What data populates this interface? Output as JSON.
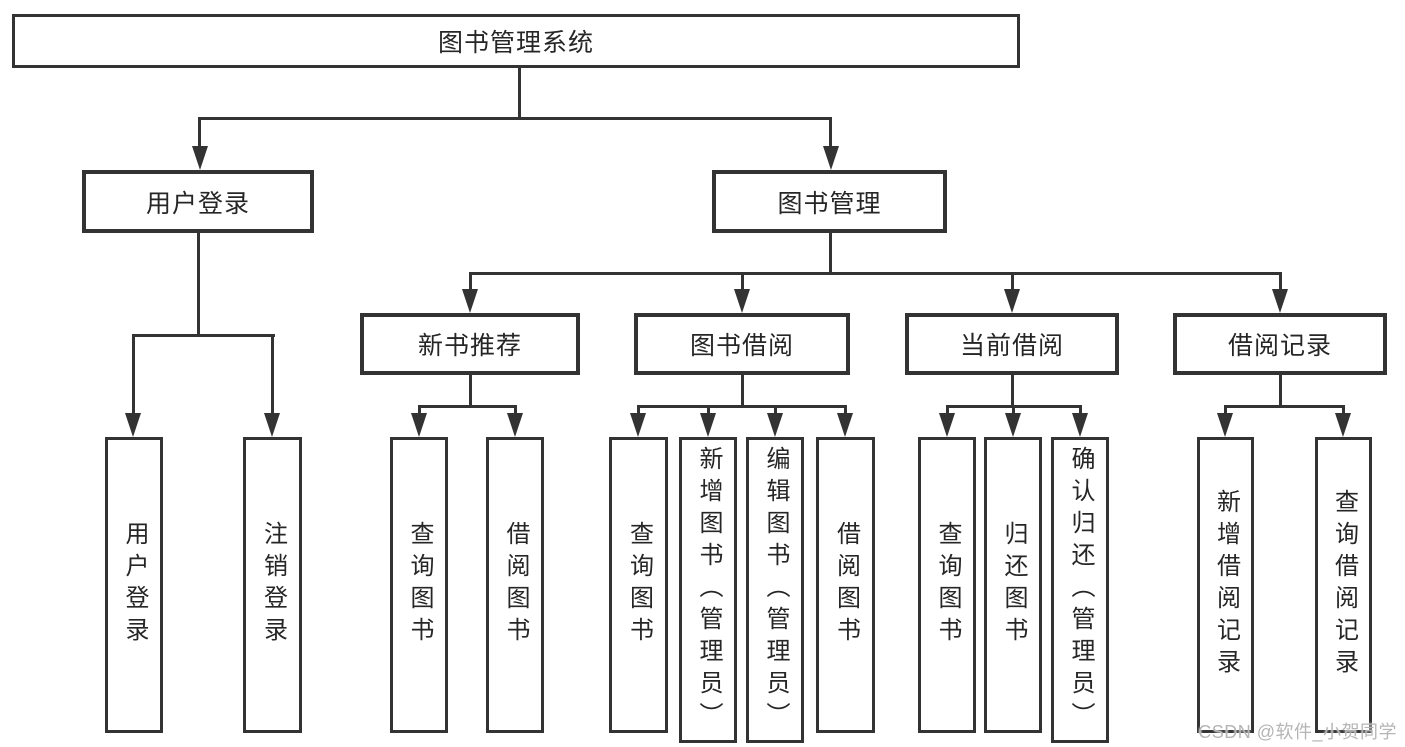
{
  "palette": {
    "line": "#333333",
    "text": "#262626",
    "watermark": "#b5b5b5",
    "background": "#ffffff"
  },
  "tree": {
    "root": {
      "label": "图书管理系统",
      "children": [
        {
          "label": "用户登录",
          "children": [
            {
              "label": "用户登录"
            },
            {
              "label": "注销登录"
            }
          ]
        },
        {
          "label": "图书管理",
          "children": [
            {
              "label": "新书推荐",
              "children": [
                {
                  "label": "查询图书"
                },
                {
                  "label": "借阅图书"
                }
              ]
            },
            {
              "label": "图书借阅",
              "children": [
                {
                  "label": "查询图书"
                },
                {
                  "label": "新增图书（管理员）"
                },
                {
                  "label": "编辑图书（管理员）"
                },
                {
                  "label": "借阅图书"
                }
              ]
            },
            {
              "label": "当前借阅",
              "children": [
                {
                  "label": "查询图书"
                },
                {
                  "label": "归还图书"
                },
                {
                  "label": "确认归还（管理员）"
                }
              ]
            },
            {
              "label": "借阅记录",
              "children": [
                {
                  "label": "新增借阅记录"
                },
                {
                  "label": "查询借阅记录"
                }
              ]
            }
          ]
        }
      ]
    }
  },
  "watermark": {
    "text": "CSDN @软件_小贺同学"
  }
}
